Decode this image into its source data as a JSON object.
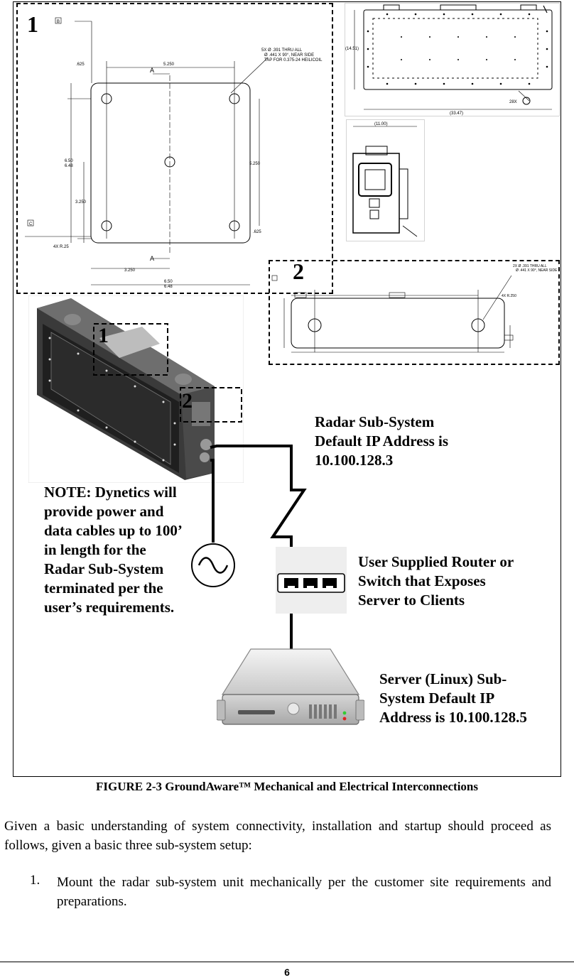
{
  "figure": {
    "panel1_number": "1",
    "panel2_number": "2",
    "photo_callout1": "1",
    "photo_callout2": "2",
    "datum_b": "B",
    "datum_c": "C",
    "dim_625": ".625",
    "dim_5250_top": "5.250",
    "dim_5250_right": "5.250",
    "dim_650": "6.50",
    "dim_648": "6.48",
    "dim_650_bot": "6.50",
    "dim_648_bot": "6.48",
    "dim_3250_left": "3.250",
    "dim_3250_bot": "3.250",
    "dim_625_right": ".625",
    "section_a": "A",
    "section_a2": "A",
    "radius_note": "4X R.25",
    "hole_note_line1": "5X Ø .391 THRU ALL",
    "hole_note_line2": "Ø .441 X 90°, NEAR SIDE",
    "hole_note_line3": "TAP FOR 0.375-24 HEILICOIL",
    "dim_1451": "(14.51)",
    "dim_3347": "(33.47)",
    "note_28x": "28X",
    "dim_1100": "(11.00)",
    "panel2_note_line1": "2X Ø .391 THRU ALL",
    "panel2_note_line2": "Ø .441 X 90°, NEAR SIDE",
    "panel2_radius": "4X R.250",
    "radar_label": [
      "Radar Sub-System",
      "Default IP Address is",
      "10.100.128.3"
    ],
    "note_label": [
      "NOTE: Dynetics will",
      "provide power and",
      "data cables up to 100’",
      "in length for the",
      "Radar Sub-System",
      "terminated per the",
      "user’s requirements."
    ],
    "router_label": [
      "User Supplied Router or",
      "Switch that Exposes",
      "Server to Clients"
    ],
    "server_label": [
      "Server (Linux) Sub-",
      "System Default IP",
      "Address is 10.100.128.5"
    ]
  },
  "caption": "FIGURE 2-3 GroundAware™ Mechanical and Electrical Interconnections",
  "paragraph": "Given a basic understanding of system connectivity, installation and startup should proceed as follows, given a basic three sub-system setup:",
  "list": [
    {
      "num": "1.",
      "text": "Mount the radar sub-system unit mechanically per the customer site requirements and preparations."
    }
  ],
  "page_number": "6"
}
